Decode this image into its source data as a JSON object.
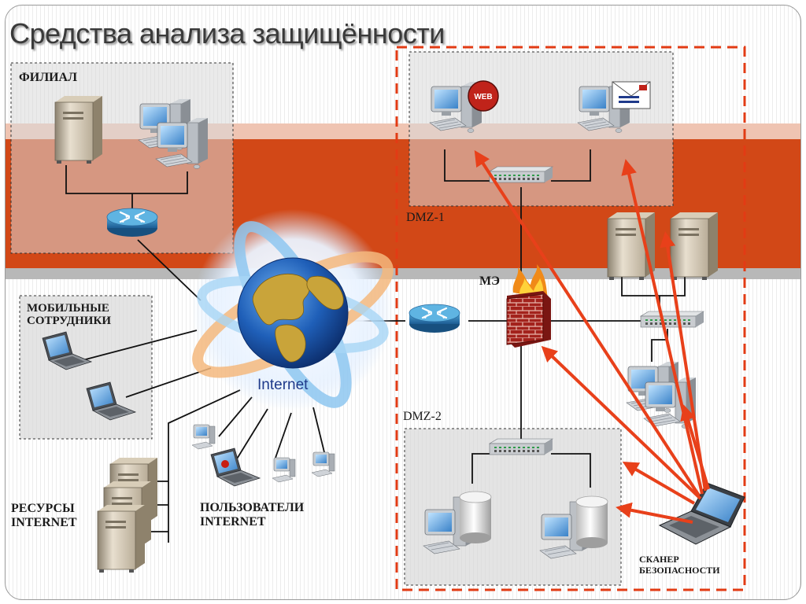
{
  "title": "Средства анализа защищённости",
  "labels": {
    "branch": "ФИЛИАЛ",
    "mobile_line1": "МОБИЛЬНЫЕ",
    "mobile_line2": "СОТРУДНИКИ",
    "resources_line1": "РЕСУРСЫ",
    "resources_line2": "INTERNET",
    "users_line1": "ПОЛЬЗОВАТЕЛИ",
    "users_line2": "INTERNET",
    "dmz1": "DMZ-1",
    "dmz2": "DMZ-2",
    "firewall": "МЭ",
    "internet": "Internet",
    "web_badge": "WEB",
    "scanner_line1": "СКАНЕР",
    "scanner_line2": "БЕЗОПАСНОСТИ"
  },
  "colors": {
    "accent_band": "#d24817",
    "arrow": "#e8401a",
    "dmz_frame": "#e23b14"
  },
  "icons": [
    "server-tower-icon",
    "workstation-icon",
    "router-icon",
    "switch-icon",
    "firewall-icon",
    "globe-icon",
    "laptop-icon",
    "database-icon",
    "mail-icon",
    "web-badge-icon"
  ]
}
